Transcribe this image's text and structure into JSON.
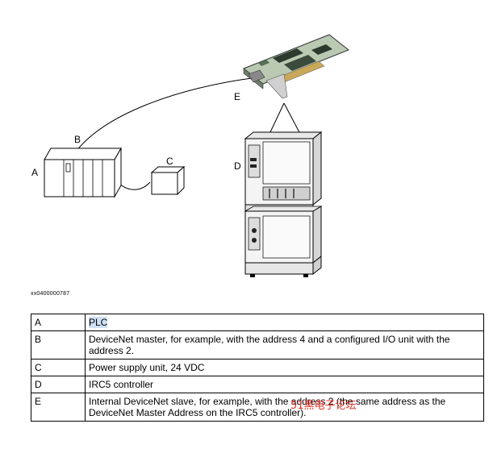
{
  "figure": {
    "labels": {
      "a": "A",
      "b": "B",
      "c": "C",
      "d": "D",
      "e": "E"
    },
    "figure_id": "xx0400000787"
  },
  "legend": {
    "rows": [
      {
        "key": "A",
        "text": "PLC"
      },
      {
        "key": "B",
        "text": "DeviceNet master, for example, with the address 4 and a configured I/O unit with the address 2."
      },
      {
        "key": "C",
        "text": "Power supply unit, 24 VDC"
      },
      {
        "key": "D",
        "text": "IRC5 controller"
      },
      {
        "key": "E",
        "text": "Internal DeviceNet slave, for example, with the address 2 (the same address as the DeviceNet Master Address on the IRC5 controller)."
      }
    ]
  },
  "watermark": "51黑电子论坛"
}
